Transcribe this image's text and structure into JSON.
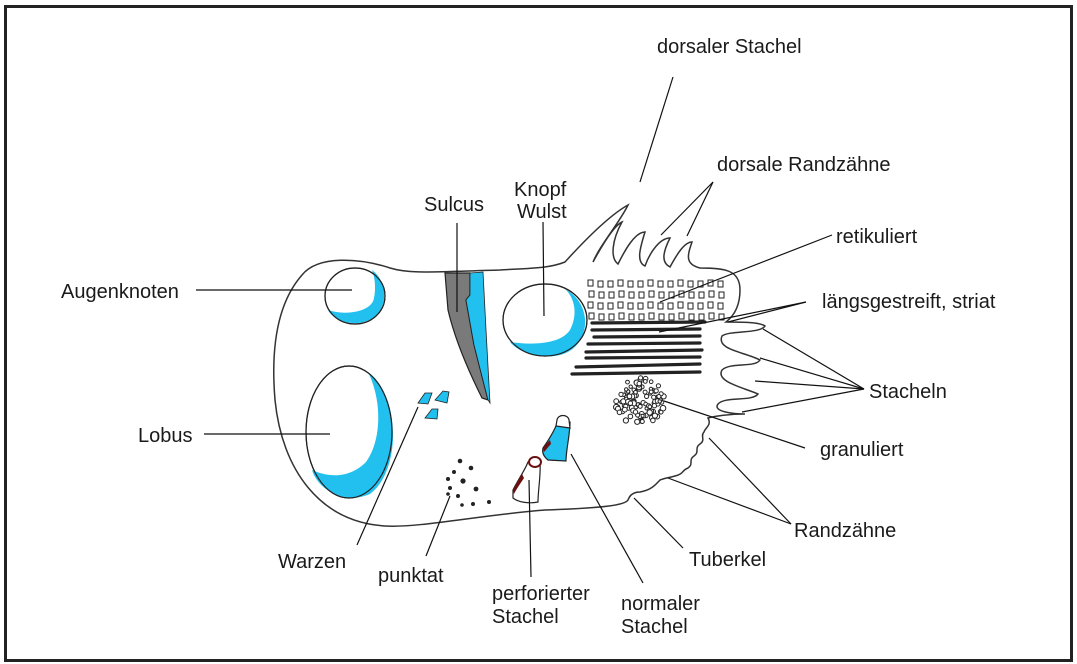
{
  "diagram": {
    "title": "Ostracod carapace surface features",
    "colors": {
      "accent_blue": "#22c0ee",
      "sulcus_gray": "#7a7a7a",
      "spine_red": "#6b1010",
      "line": "#222222"
    },
    "labels": {
      "dorsaler_stachel": "dorsaler Stachel",
      "dorsale_randzaehne": "dorsale Randzähne",
      "sulcus": "Sulcus",
      "knopf": "Knopf",
      "wulst": "Wulst",
      "retikuliert": "retikuliert",
      "augenknoten": "Augenknoten",
      "laengsgestreift": "längsgestreift, striat",
      "stacheln": "Stacheln",
      "lobus": "Lobus",
      "granuliert": "granuliert",
      "randzaehne": "Randzähne",
      "tuberkel": "Tuberkel",
      "warzen": "Warzen",
      "punktat": "punktat",
      "perforierter_1": "perforierter",
      "perforierter_2": "Stachel",
      "normaler_1": "normaler",
      "normaler_2": "Stachel"
    }
  }
}
